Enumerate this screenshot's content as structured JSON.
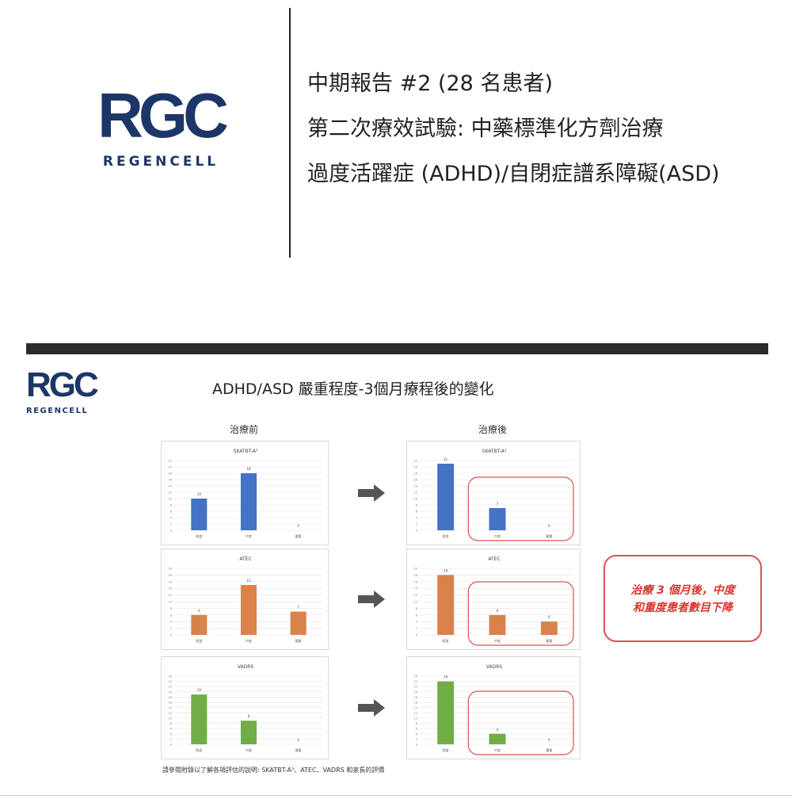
{
  "logo": {
    "mark": "RGC",
    "name": "REGENCELL"
  },
  "header": {
    "lines": [
      "中期報告 #2 (28 名患者)",
      "第二次療效試驗: 中藥標準化方劑治療",
      "過度活躍症 (ADHD)/自閉症譜系障礙(ASD)"
    ]
  },
  "slide": {
    "title": "ADHD/ASD 嚴重程度-3個月療程後的變化",
    "before_label": "治療前",
    "after_label": "治療後",
    "callout": [
      "治療 3 個月後，中度",
      "和重度患者數目下降"
    ],
    "footnote": "請參閱附錄以了解各項評估的說明: SKATBT-A³、ATEC、VADRS 和家長的評價"
  },
  "colors": {
    "blue": "#4472c4",
    "orange": "#d9834a",
    "green": "#70ad47",
    "highlight": "#d9534f"
  },
  "chart_data": [
    {
      "type": "bar",
      "title": "SKATBT-A³",
      "phase": "治療前",
      "categories": [
        "輕度",
        "中度",
        "嚴重"
      ],
      "values": [
        10,
        18,
        0
      ],
      "ylim": [
        0,
        22
      ],
      "color": "blue"
    },
    {
      "type": "bar",
      "title": "SKATBT-A³",
      "phase": "治療後",
      "categories": [
        "輕度",
        "中度",
        "嚴重"
      ],
      "values": [
        21,
        7,
        0
      ],
      "ylim": [
        0,
        22
      ],
      "color": "blue"
    },
    {
      "type": "bar",
      "title": "ATEC",
      "phase": "治療前",
      "categories": [
        "輕度",
        "中度",
        "嚴重"
      ],
      "values": [
        6,
        15,
        7
      ],
      "ylim": [
        0,
        20
      ],
      "color": "orange"
    },
    {
      "type": "bar",
      "title": "ATEC",
      "phase": "治療後",
      "categories": [
        "輕度",
        "中度",
        "嚴重"
      ],
      "values": [
        18,
        6,
        4
      ],
      "ylim": [
        0,
        20
      ],
      "color": "orange"
    },
    {
      "type": "bar",
      "title": "VADRS",
      "phase": "治療前",
      "categories": [
        "輕度",
        "中度",
        "嚴重"
      ],
      "values": [
        19,
        9,
        0
      ],
      "ylim": [
        0,
        26
      ],
      "color": "green"
    },
    {
      "type": "bar",
      "title": "VADRS",
      "phase": "治療後",
      "categories": [
        "輕度",
        "中度",
        "嚴重"
      ],
      "values": [
        24,
        4,
        0
      ],
      "ylim": [
        0,
        26
      ],
      "color": "green"
    }
  ]
}
